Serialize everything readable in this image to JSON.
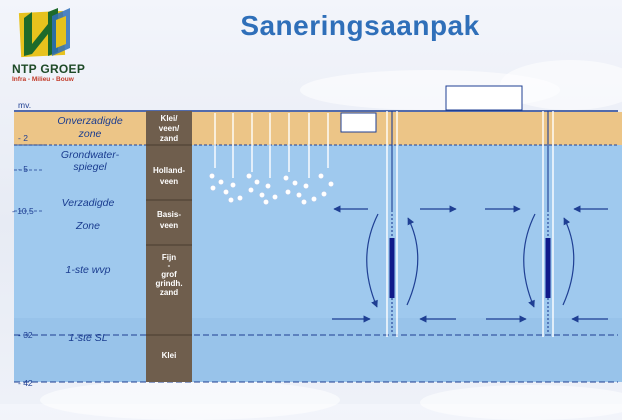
{
  "title": "Saneringsaanpak",
  "logo": {
    "brand": "NTP GROEP",
    "tagline": "Infra - Milieu - Bouw",
    "colors": {
      "green": "#1e6a2a",
      "yellow": "#e7c21d",
      "blue": "#2f6fb9"
    }
  },
  "diagram": {
    "depth_labels": [
      "mv.",
      "- 2",
      "- 5",
      "- 10,5",
      "- 32",
      "- 42"
    ],
    "zones": {
      "unsaturated": [
        "Onverzadigde",
        "zone"
      ],
      "groundwater": [
        "Grondwater-",
        "spiegel"
      ],
      "saturated": [
        "Verzadigde",
        "Zone"
      ],
      "aquifer": "1-ste wvp",
      "aquitard": "1-ste SL"
    },
    "soil_column": {
      "clay_peat_sand": [
        "Klei/",
        "veen/",
        "zand"
      ],
      "holland_peat": [
        "Holland-",
        "veen"
      ],
      "base_peat": [
        "Basis-",
        "veen"
      ],
      "sand": [
        "Fijn",
        "-",
        "grof",
        "grindh.",
        "zand"
      ],
      "clay": "Klei"
    },
    "colors": {
      "unsaturated": "#ecc587",
      "saturated": "#9fc9ee",
      "soil": "#6f5e4d",
      "lines": "#1f3f93",
      "screen": "#101a8a"
    }
  }
}
